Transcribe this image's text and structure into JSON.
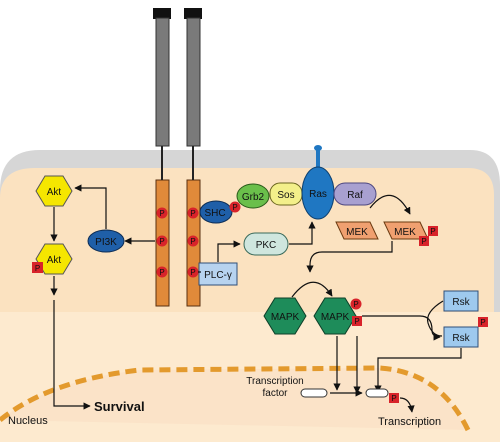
{
  "labels": {
    "akt_top": "Akt",
    "akt_bottom": "Akt",
    "pi3k": "PI3K",
    "shc": "SHC",
    "grb2": "Grb2",
    "sos": "Sos",
    "ras": "Ras",
    "raf": "Raf",
    "pkc": "PKC",
    "plc": "PLC-γ",
    "mek_1": "MEK",
    "mek_2": "MEK",
    "mapk_1": "MAPK",
    "mapk_2": "MAPK",
    "rsk_1": "Rsk",
    "rsk_2": "Rsk",
    "p": "P",
    "survival": "Survival",
    "nucleus": "Nucleus",
    "transcription_factor_line1": "Transcription",
    "transcription_factor_line2": "factor",
    "transcription": "Transcription"
  },
  "colors": {
    "cytoplasm": "#fbe2c0",
    "membrane": "#d6d6d6",
    "receptor_extracellular": "#7a7a7a",
    "receptor_intracellular": "#e08a3a",
    "phospho": "#d8232a",
    "akt": "#f5e600",
    "pi3k": "#1f5fa8",
    "shc": "#1f5fa8",
    "grb2": "#6abf4b",
    "sos": "#f3ef8a",
    "ras": "#1f77c2",
    "raf": "#a8a0d0",
    "pkc": "#cfe6de",
    "plc": "#b7d3ef",
    "mek": "#f0a070",
    "mapk": "#1e8c5a",
    "rsk": "#9ec9ee",
    "nucleus_border": "#e39a2d"
  }
}
